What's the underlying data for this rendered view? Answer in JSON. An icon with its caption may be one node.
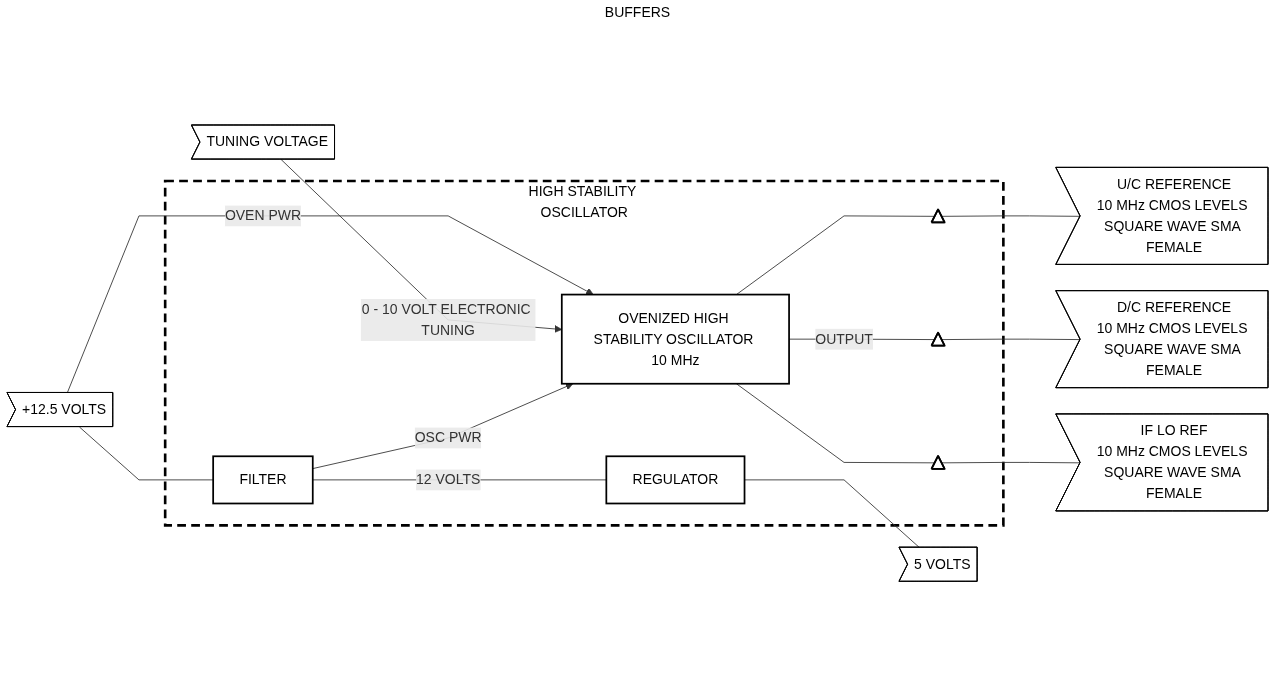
{
  "diagram": {
    "nodes": [
      {
        "text": [
          "HIGH STABILITY OSCILLATOR"
        ]
      },
      {
        "text": [
          "REGULATOR"
        ],
        "in": 0
      },
      {
        "text": [
          "FILTER"
        ],
        "in": 0
      },
      {
        "text": [
          "OVENIZED HIGH STABILITY OSCILLATOR 10 MHz"
        ],
        "in": 0
      },
      {
        "text": [],
        "shape": "triangle",
        "in": 0
      },
      {
        "text": [],
        "shape": "triangle",
        "in": 0
      },
      {
        "text": [],
        "shape": "triangle",
        "in": 0
      },
      {
        "text": [
          "5 VOLTS"
        ]
      },
      {
        "text": [
          "U/C REFERENCE",
          "10 MHz CMOS LEVELS SQUARE WAVE SMA FEMALE"
        ]
      },
      {
        "text": [
          "D/C REFERENCE",
          "10 MHz CMOS LEVELS SQUARE WAVE SMA FEMALE"
        ]
      },
      {
        "text": [
          "IF LO REF",
          "10 MHz CMOS LEVELS SQUARE WAVE SMA FEMALE"
        ]
      },
      {
        "text": [
          "+12.5 VOLTS"
        ]
      },
      {
        "text": [
          "TUNING VOLTAGE"
        ]
      }
    ],
    "edges": [
      {
        "from": 11,
        "to": 2,
        "arrow": "none"
      },
      {
        "from": 11,
        "to": 3,
        "arrow": "to",
        "label": "OVEN PWR"
      },
      {
        "from": 12,
        "to": 3,
        "arrow": "to",
        "label": "0 - 10 VOLT ELECTRONIC TUNING"
      },
      {
        "from": 2,
        "to": 3,
        "arrow": "to",
        "label": "OSC PWR"
      },
      {
        "from": 2,
        "to": 1,
        "arrow": "none",
        "label": "12 VOLTS"
      },
      {
        "from": 1,
        "to": 7,
        "arrow": "none"
      },
      {
        "from": 3,
        "to": 4,
        "arrow": "none"
      },
      {
        "from": 3,
        "to": 5,
        "arrow": "none",
        "label": "OUTPUT"
      },
      {
        "from": 3,
        "to": 6,
        "arrow": "none"
      },
      {
        "from": 4,
        "to": 8,
        "arrow": "none"
      },
      {
        "from": 5,
        "to": 9,
        "arrow": "none"
      },
      {
        "from": 6,
        "to": 10,
        "arrow": "none"
      }
    ],
    "labels": [
      "BUFFERS"
    ]
  }
}
